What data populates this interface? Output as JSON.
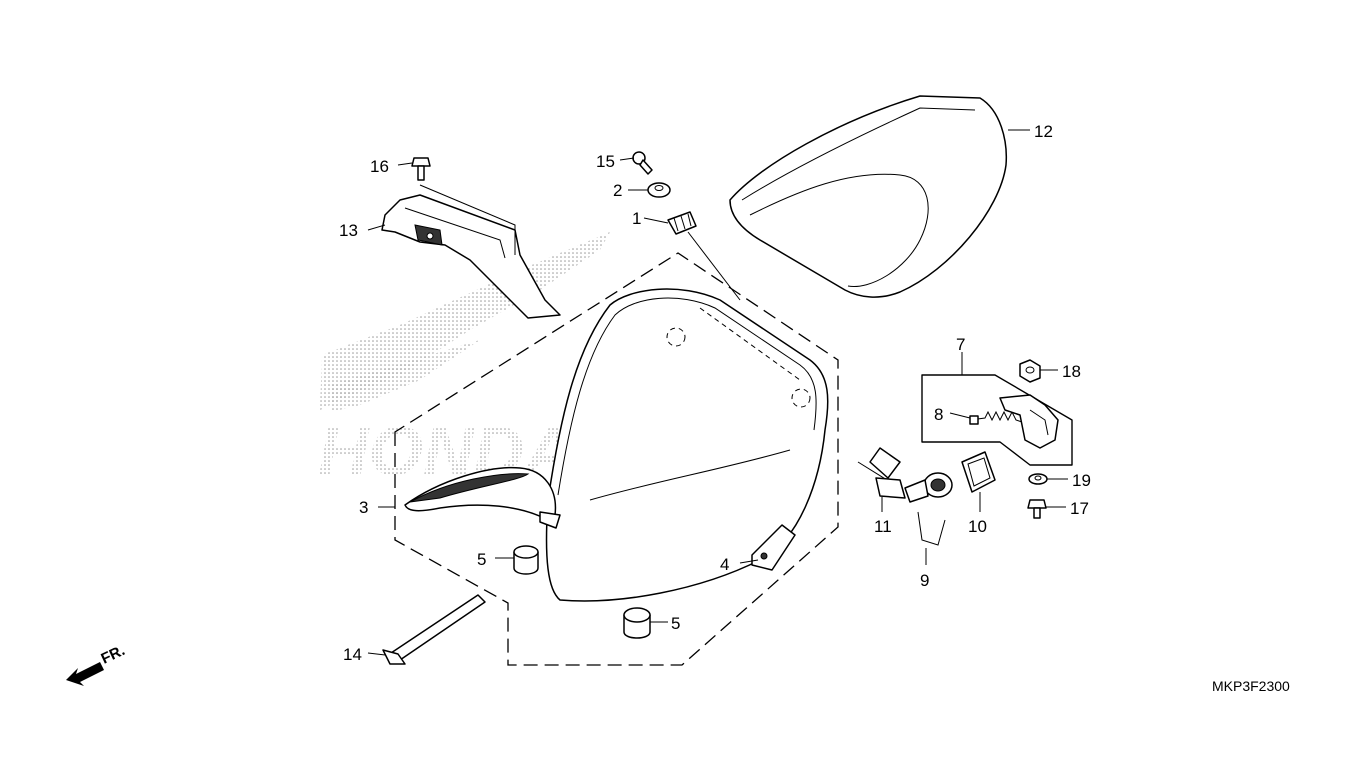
{
  "diagram": {
    "callouts": [
      "1",
      "2",
      "3",
      "4",
      "5",
      "5",
      "7",
      "8",
      "9",
      "10",
      "11",
      "12",
      "13",
      "14",
      "15",
      "16",
      "17",
      "18",
      "19"
    ],
    "direction_label": "FR.",
    "diagram_code": "MKP3F2300",
    "watermark": "HONDA"
  }
}
